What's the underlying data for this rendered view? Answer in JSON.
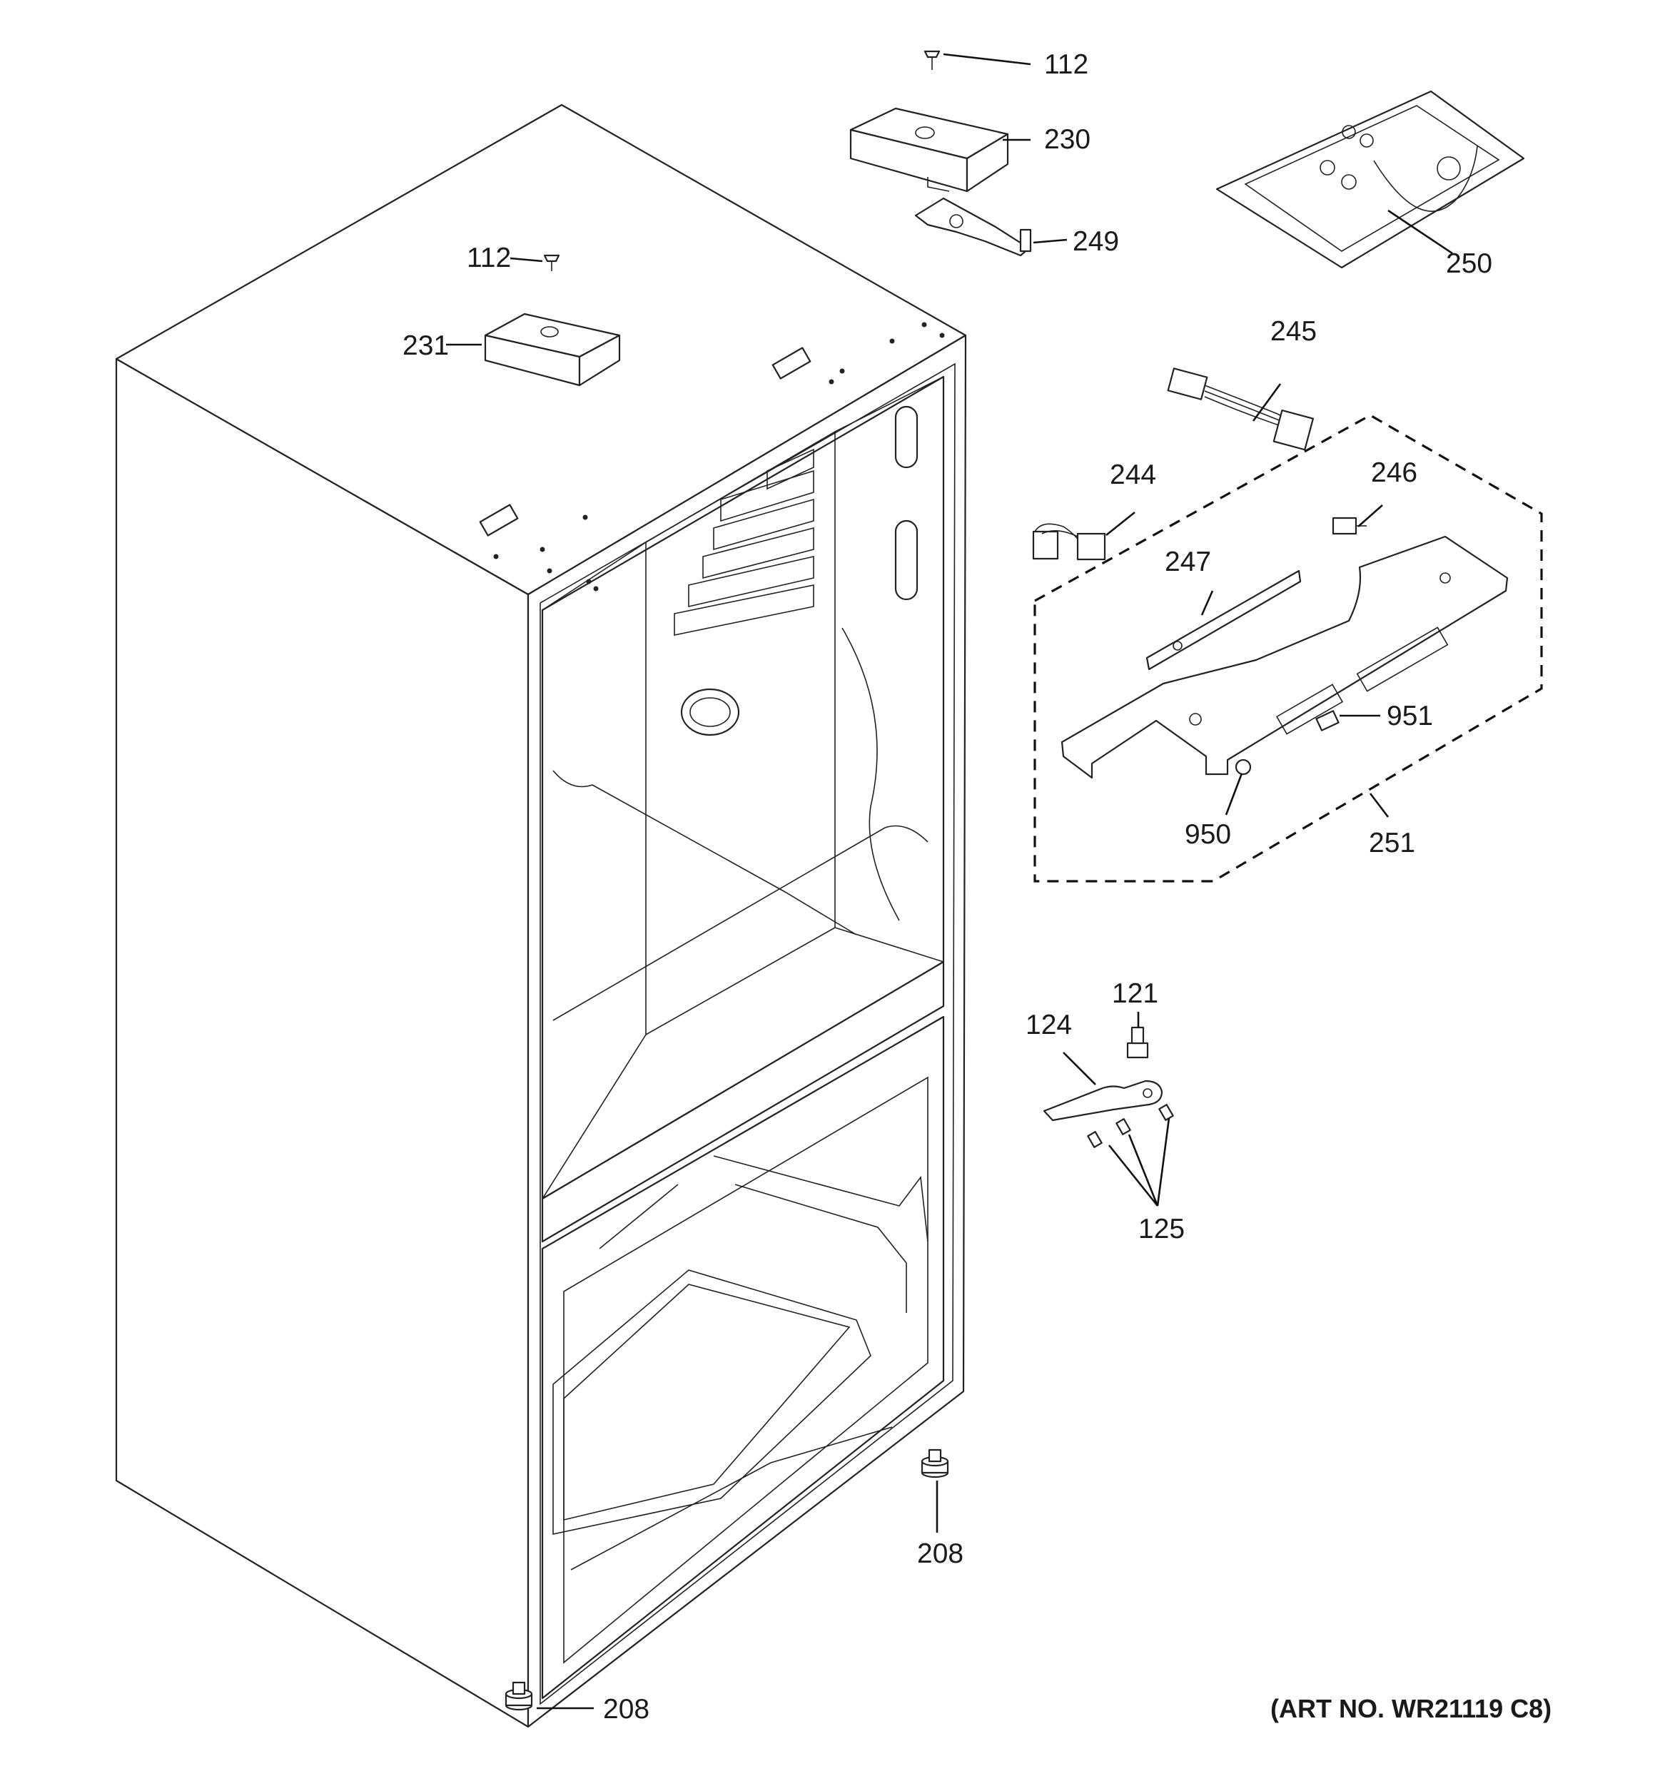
{
  "diagram": {
    "art_number": "(ART NO. WR21119 C8)",
    "callouts": {
      "c112_top": "112",
      "c230": "230",
      "c249": "249",
      "c250": "250",
      "c112_left": "112",
      "c231": "231",
      "c245": "245",
      "c244": "244",
      "c246": "246",
      "c247": "247",
      "c951": "951",
      "c950": "950",
      "c251": "251",
      "c121": "121",
      "c124": "124",
      "c125": "125",
      "c208_right": "208",
      "c208_bottom": "208"
    }
  }
}
